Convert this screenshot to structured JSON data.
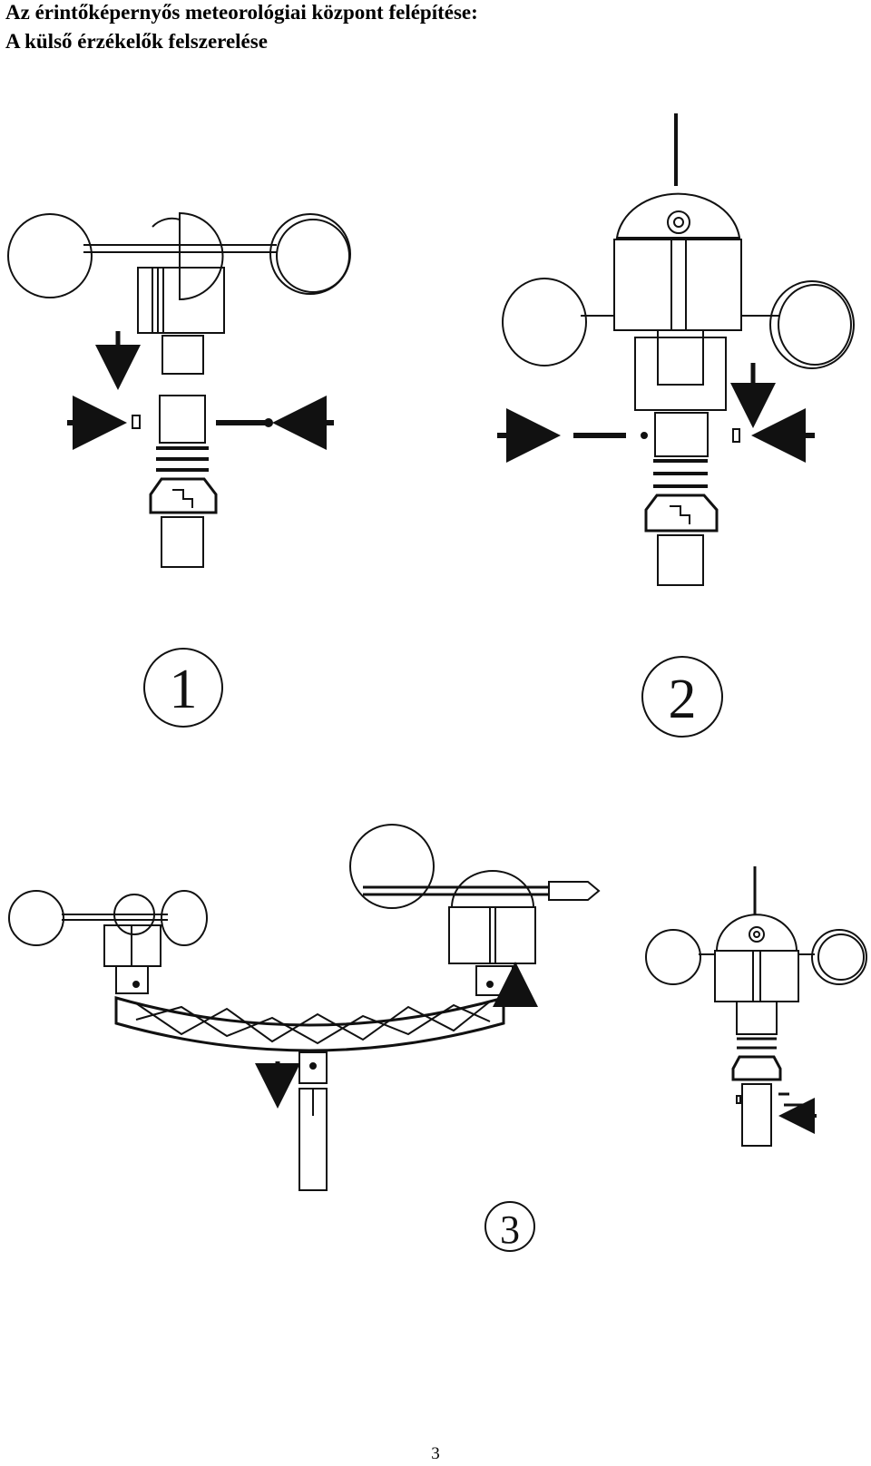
{
  "header": {
    "title": "Az érintőképernyős meteorológiai központ felépítése:",
    "subtitle": "A külső érzékelők felszerelése"
  },
  "steps": [
    {
      "label": "1"
    },
    {
      "label": "2"
    },
    {
      "label": "3"
    }
  ],
  "footer": {
    "page_number": "3"
  }
}
